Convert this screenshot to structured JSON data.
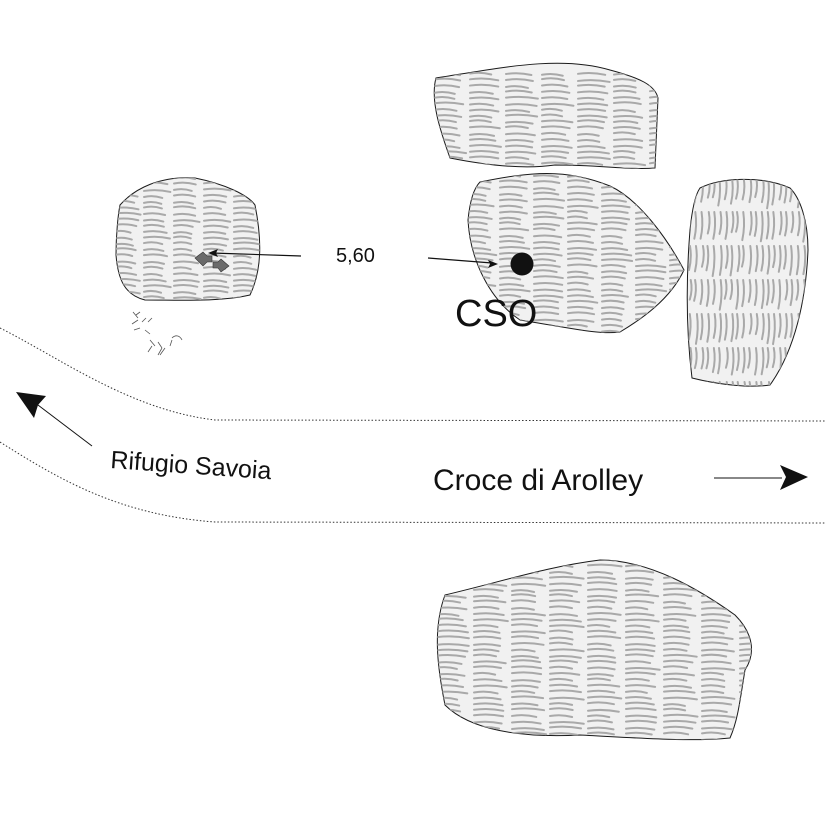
{
  "labels": {
    "distance": "5,60",
    "station": "CSO",
    "trail_left": "Rifugio Savoia",
    "trail_right": "Croce di Arolley"
  },
  "colors": {
    "ink": "#111111",
    "rock_fill": "#f1f1f1",
    "hatch": "#a9a9a9",
    "marker_arrows": "#6b6b6b"
  },
  "icons": {
    "station_marker": "filled-circle",
    "trail_direction": "arrowhead",
    "reference_mark": "double-arrow-icon",
    "vegetation": "grass-tuft-icon"
  }
}
